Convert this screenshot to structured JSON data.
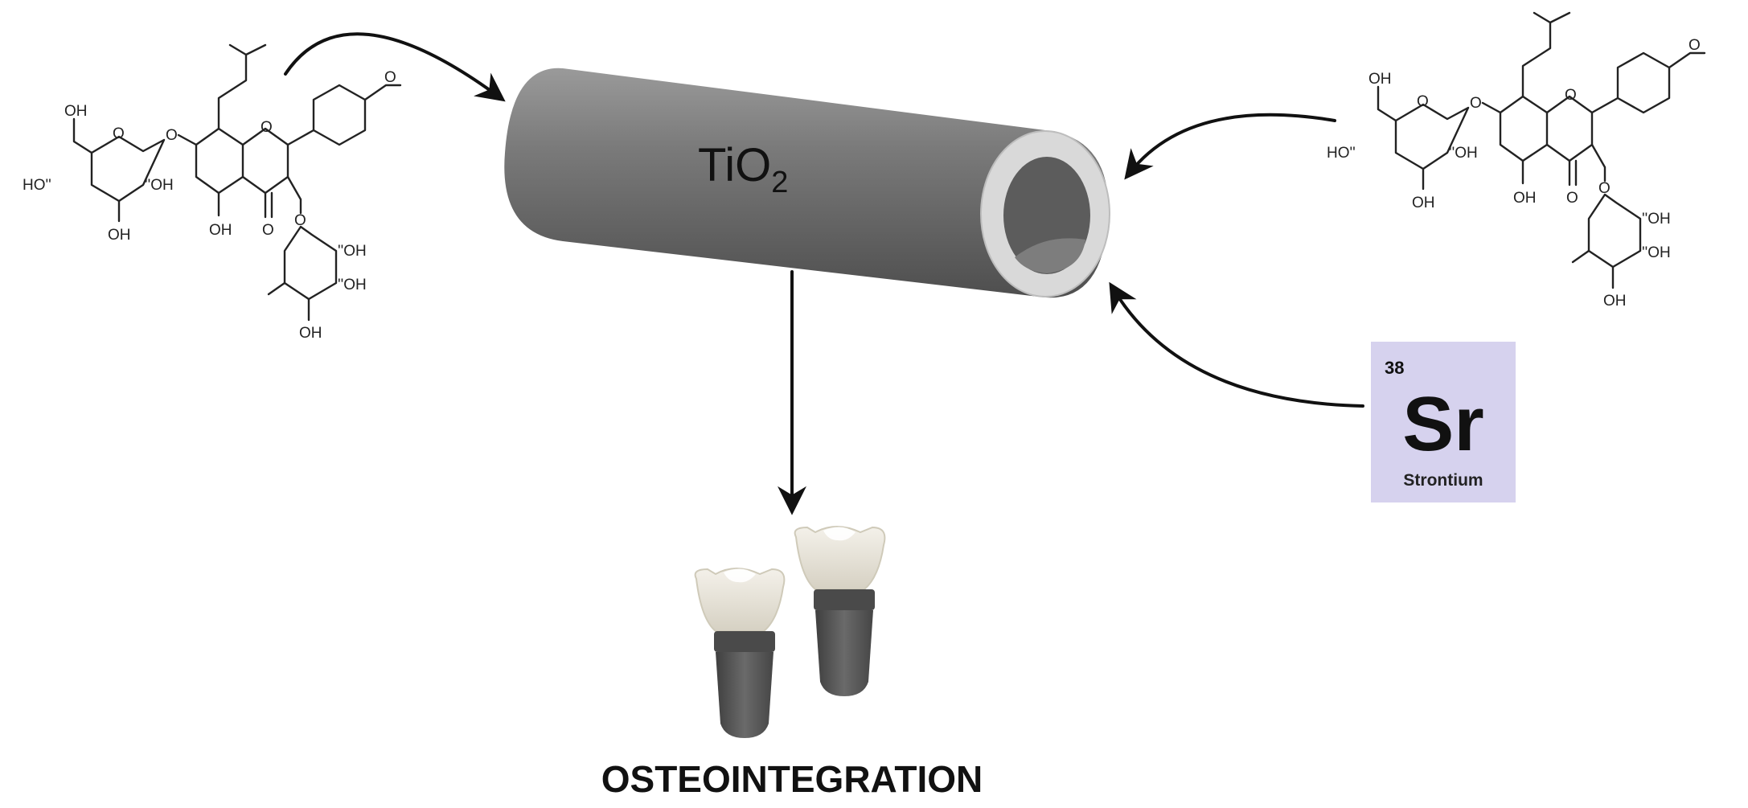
{
  "tube": {
    "label_main": "TiO",
    "label_sub": "2"
  },
  "element": {
    "number": "38",
    "symbol": "Sr",
    "name": "Strontium",
    "color": "#d6d2ee"
  },
  "outcome": {
    "label": "OSTEOINTEGRATION"
  },
  "molecule_labels": {
    "hydroxyl": "OH",
    "hydroxyl_left": "HO",
    "hydroxyl_carbon_left": "HO''",
    "hydroxyl_carbon_right": "''OH",
    "ring_oxygen": "O",
    "ketone_oxygen": "O"
  },
  "colors": {
    "tube_body": "#6b6b6b",
    "tube_rim": "#d4d4d4",
    "implant_screw": "#565656",
    "implant_crown": "#e6e2d6",
    "arrow": "#111111"
  }
}
